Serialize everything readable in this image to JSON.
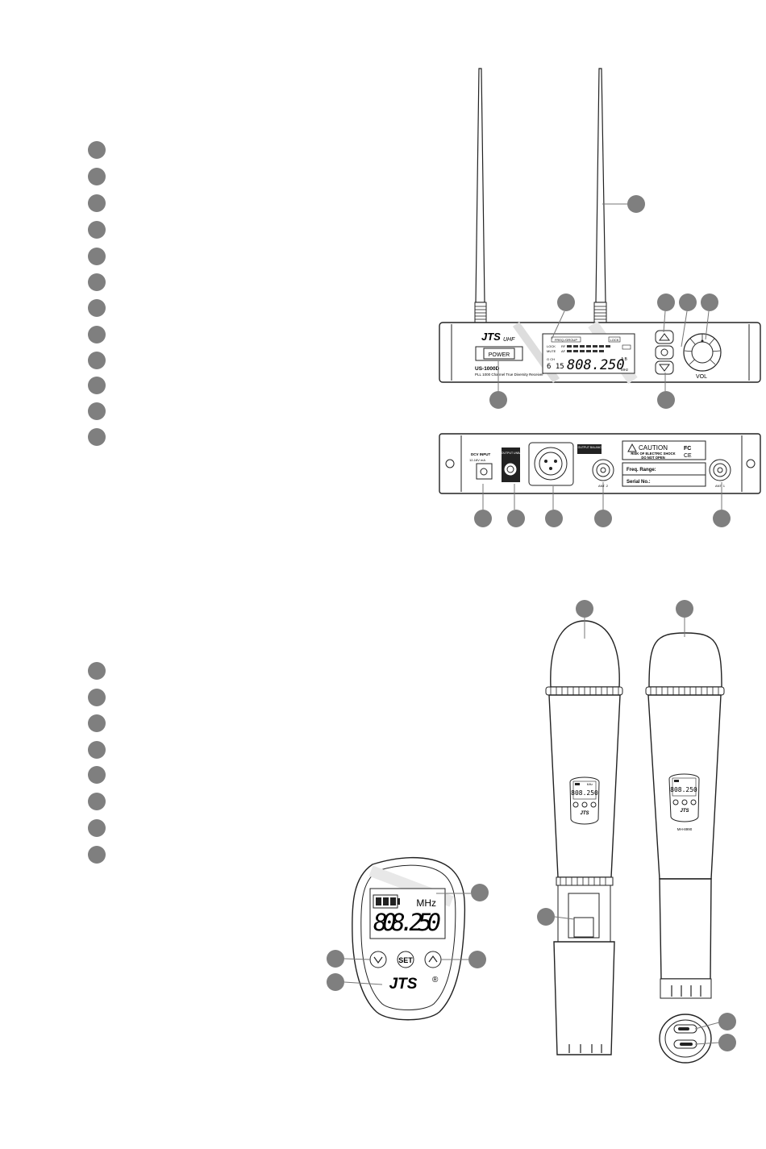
{
  "receiver_front": {
    "brand": "JTS",
    "brand_suffix": "UHF",
    "model": "US-1000D",
    "subtitle": "PLL 1000 Channel True Diversity Receiver",
    "power_label": "POWER",
    "lcd": {
      "freq_label": "FREQ./GROUP",
      "lock_label": "LOCK",
      "lock_label2": "LOCK",
      "mute_label": "MUTE",
      "rf_label": "RF",
      "af_label": "AF",
      "group_label": "G   CH",
      "group_value": "6 15",
      "frequency": "808.250",
      "diversity": "A B",
      "unit": "MHz"
    },
    "vol_label": "VOL"
  },
  "receiver_rear": {
    "dc_input_label": "DCV INPUT",
    "dc_input_spec": "12-18V   mA",
    "af_unbal_label": "AF OUTPUT UNBAL.",
    "af_bal_label": "AF OUTPUT BALANCED",
    "caution_title": "CAUTION",
    "caution_line1": "RISK OF ELECTRIC SHOCK",
    "caution_line2": "DO NOT OPEN",
    "freq_range_label": "Freq. Range:",
    "serial_label": "Serial No.:",
    "ant2_label": "ANT. 2",
    "ant1_label": "ANT. 1"
  },
  "transmitter_display": {
    "unit": "MHz",
    "frequency": "808.250",
    "set_label": "SET",
    "brand": "JTS",
    "registered": "®"
  },
  "mic_small_display": {
    "frequency": "808.250",
    "unit": "MHz",
    "brand": "JTS"
  },
  "mic_model_label": "MH-8990"
}
